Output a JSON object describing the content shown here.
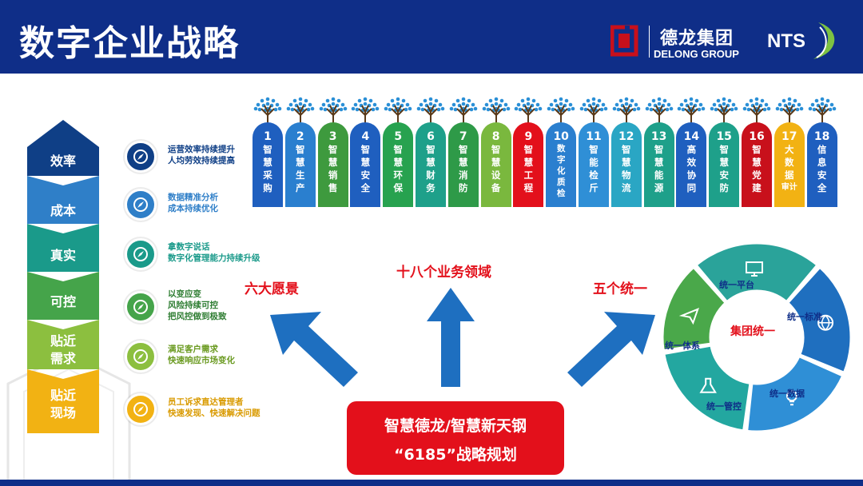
{
  "header": {
    "title": "数字企业战略",
    "logo_cn": "德龙集团",
    "logo_en": "DELONG GROUP",
    "logo_nts": "NTS",
    "bg_color": "#0f2e88"
  },
  "ladder": {
    "items": [
      {
        "label": "效率",
        "color": "#0f3f86",
        "icon": "compass-icon",
        "desc1": "运营效率持续提升",
        "desc2": "人均劳效持续提高",
        "desc_color": "#0f3f86"
      },
      {
        "label": "成本",
        "color": "#2f7fc8",
        "icon": "compass-icon",
        "desc1": "数据精准分析",
        "desc2": "成本持续优化",
        "desc_color": "#2f7fc8"
      },
      {
        "label": "真实",
        "color": "#1a9a8a",
        "icon": "compass-icon",
        "desc1": "拿数字说话",
        "desc2": "数字化管理能力持续升级",
        "desc_color": "#1a9a8a"
      },
      {
        "label": "可控",
        "color": "#45a44a",
        "icon": "compass-icon",
        "desc1": "以变应变",
        "desc2": "风险持续可控",
        "desc3": "把风控做到极致",
        "desc_color": "#2e7d32"
      },
      {
        "label": "贴近\n需求",
        "label_l1": "贴近",
        "label_l2": "需求",
        "color": "#8cbf3f",
        "icon": "compass-icon",
        "desc1": "满足客户需求",
        "desc2": "快速响应市场变化",
        "desc_color": "#6a9a20"
      },
      {
        "label_l1": "贴近",
        "label_l2": "现场",
        "color": "#f2b213",
        "icon": "compass-icon",
        "desc1": "员工诉求直达管理者",
        "desc2": "快速发现、快速解决问题",
        "desc_color": "#d99a00"
      }
    ]
  },
  "columns": [
    {
      "num": "1",
      "chars": [
        "智",
        "慧",
        "采",
        "购"
      ],
      "color": "#1f5fbf"
    },
    {
      "num": "2",
      "chars": [
        "智",
        "慧",
        "生",
        "产"
      ],
      "color": "#2a7fcf"
    },
    {
      "num": "3",
      "chars": [
        "智",
        "慧",
        "销",
        "售"
      ],
      "color": "#3e9a3e"
    },
    {
      "num": "4",
      "chars": [
        "智",
        "慧",
        "安",
        "全"
      ],
      "color": "#1f5fbf"
    },
    {
      "num": "5",
      "chars": [
        "智",
        "慧",
        "环",
        "保"
      ],
      "color": "#27a24f"
    },
    {
      "num": "6",
      "chars": [
        "智",
        "慧",
        "财",
        "务"
      ],
      "color": "#1ea08a"
    },
    {
      "num": "7",
      "chars": [
        "智",
        "慧",
        "消",
        "防"
      ],
      "color": "#2e9a48"
    },
    {
      "num": "8",
      "chars": [
        "智",
        "慧",
        "设",
        "备"
      ],
      "color": "#7ab83e"
    },
    {
      "num": "9",
      "chars": [
        "智",
        "慧",
        "工",
        "程"
      ],
      "color": "#e3101b"
    },
    {
      "num": "10",
      "chars": [
        "数",
        "字",
        "化",
        "质",
        "检"
      ],
      "color": "#2a7fcf"
    },
    {
      "num": "11",
      "chars": [
        "智",
        "能",
        "检",
        "斤"
      ],
      "color": "#2f8fd6"
    },
    {
      "num": "12",
      "chars": [
        "智",
        "慧",
        "物",
        "流"
      ],
      "color": "#2aa6c4"
    },
    {
      "num": "13",
      "chars": [
        "智",
        "慧",
        "能",
        "源"
      ],
      "color": "#1ea08a"
    },
    {
      "num": "14",
      "chars": [
        "高",
        "效",
        "协",
        "同"
      ],
      "color": "#1f5fbf"
    },
    {
      "num": "15",
      "chars": [
        "智",
        "慧",
        "安",
        "防"
      ],
      "color": "#1ea08a"
    },
    {
      "num": "16",
      "chars": [
        "智",
        "慧",
        "党",
        "建"
      ],
      "color": "#c8101b"
    },
    {
      "num": "17",
      "chars": [
        "大",
        "数",
        "据",
        "审计"
      ],
      "color": "#f2b213"
    },
    {
      "num": "18",
      "chars": [
        "信",
        "息",
        "安",
        "全"
      ],
      "color": "#1f5fbf"
    }
  ],
  "labels": {
    "six_visions": "六大愿景",
    "eighteen_domains": "十八个业务领域",
    "five_unified": "五个统一"
  },
  "strategy": {
    "line1": "智慧德龙/智慧新天钢",
    "line2": "“6185”战略规划"
  },
  "ring": {
    "center": "集团统一",
    "segments": [
      {
        "label": "统一平台",
        "icon": "monitor-icon",
        "color": "#2aa39a"
      },
      {
        "label": "统一标准",
        "icon": "globe-icon",
        "color": "#1f6fbf"
      },
      {
        "label": "统一数据",
        "icon": "bulb-icon",
        "color": "#2f8fd6"
      },
      {
        "label": "统一管控",
        "icon": "flask-icon",
        "color": "#23a7a0"
      },
      {
        "label": "统一体系",
        "icon": "paper-plane-icon",
        "color": "#4aa84a"
      }
    ]
  }
}
